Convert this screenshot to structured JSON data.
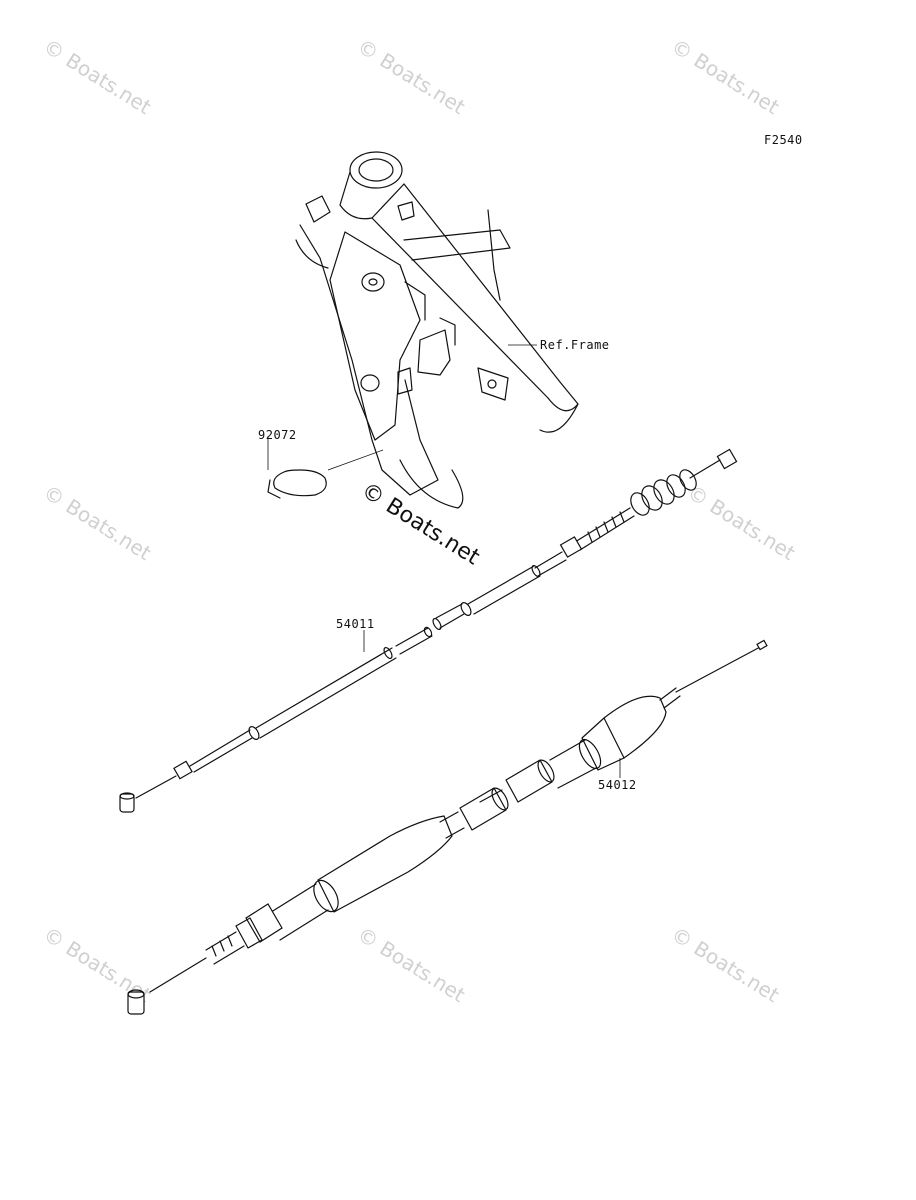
{
  "diagram": {
    "code": "F2540",
    "labels": {
      "ref_frame": "Ref.Frame",
      "part_92072": "92072",
      "part_54011": "54011",
      "part_54012": "54012"
    },
    "watermark": "© Boats.net"
  }
}
